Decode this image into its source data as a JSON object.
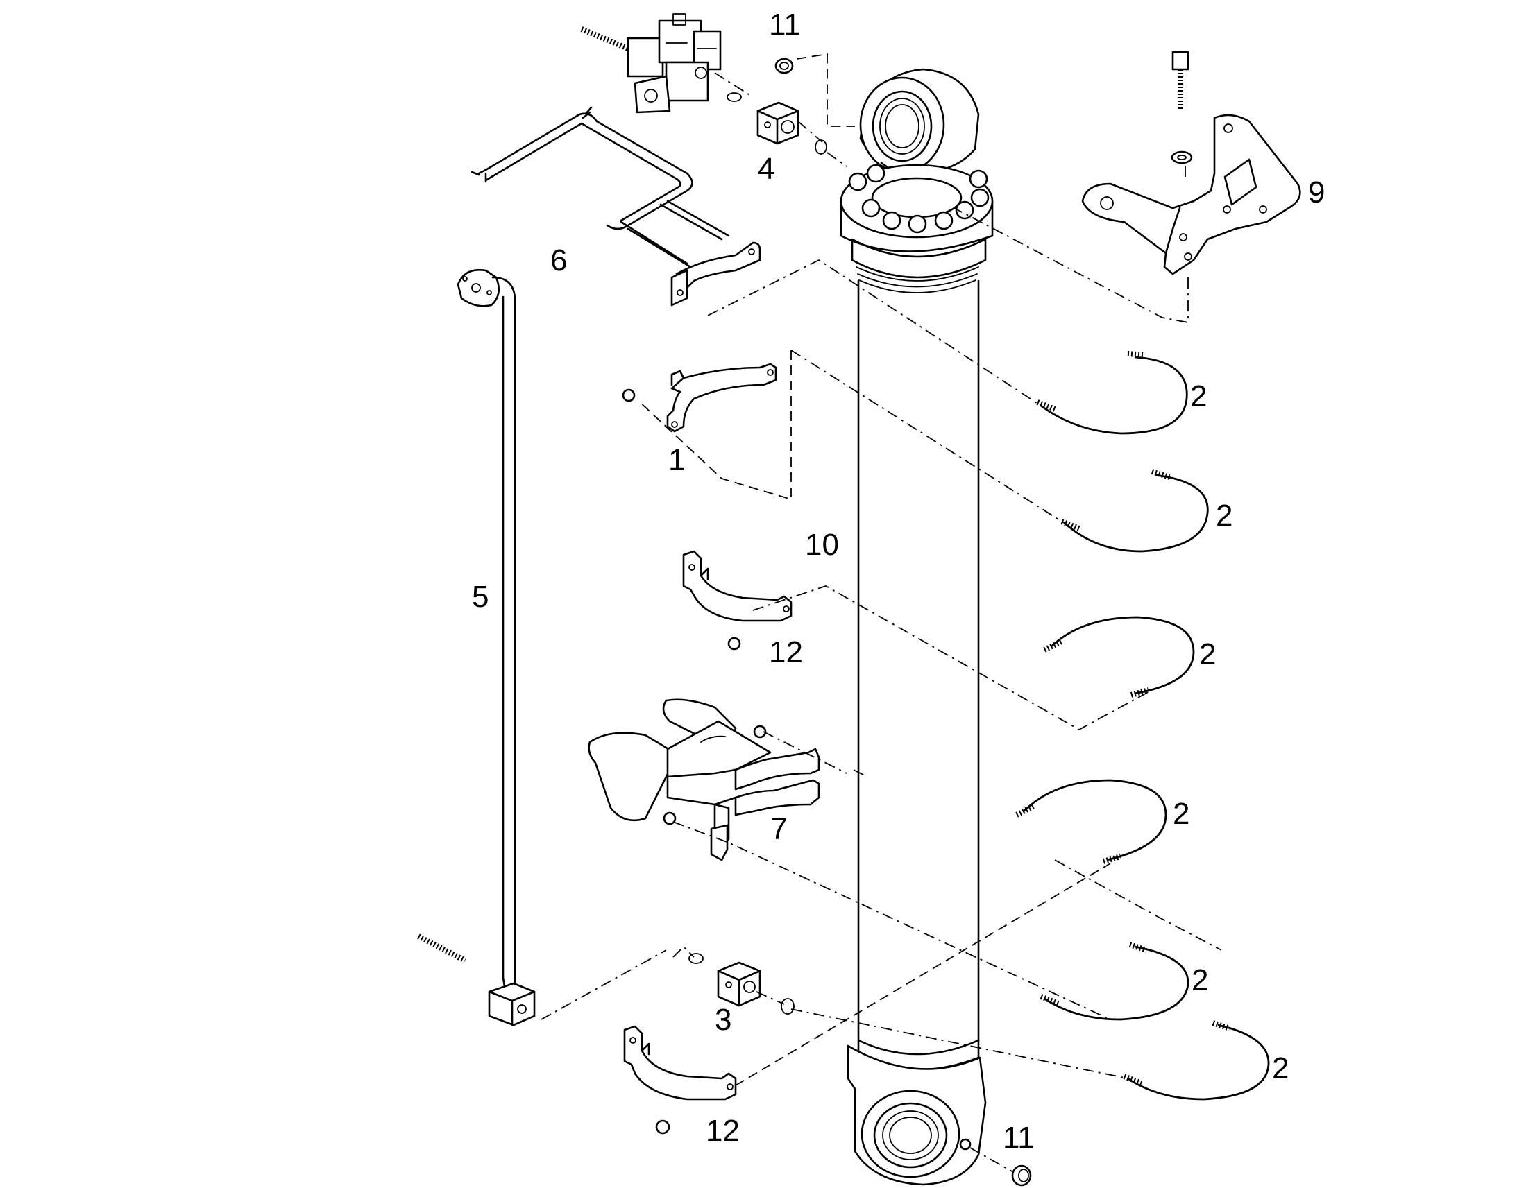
{
  "callouts": [
    {
      "id": "c-11-top",
      "text": "11"
    },
    {
      "id": "c-4",
      "text": "4"
    },
    {
      "id": "c-6",
      "text": "6"
    },
    {
      "id": "c-9",
      "text": "9"
    },
    {
      "id": "c-2-a",
      "text": "2"
    },
    {
      "id": "c-1",
      "text": "1"
    },
    {
      "id": "c-2-b",
      "text": "2"
    },
    {
      "id": "c-10",
      "text": "10"
    },
    {
      "id": "c-5",
      "text": "5"
    },
    {
      "id": "c-12-a",
      "text": "12"
    },
    {
      "id": "c-2-c",
      "text": "2"
    },
    {
      "id": "c-7",
      "text": "7"
    },
    {
      "id": "c-2-d",
      "text": "2"
    },
    {
      "id": "c-2-e",
      "text": "2"
    },
    {
      "id": "c-3",
      "text": "3"
    },
    {
      "id": "c-2-f",
      "text": "2"
    },
    {
      "id": "c-12-b",
      "text": "12"
    },
    {
      "id": "c-11-bottom",
      "text": "11"
    }
  ]
}
